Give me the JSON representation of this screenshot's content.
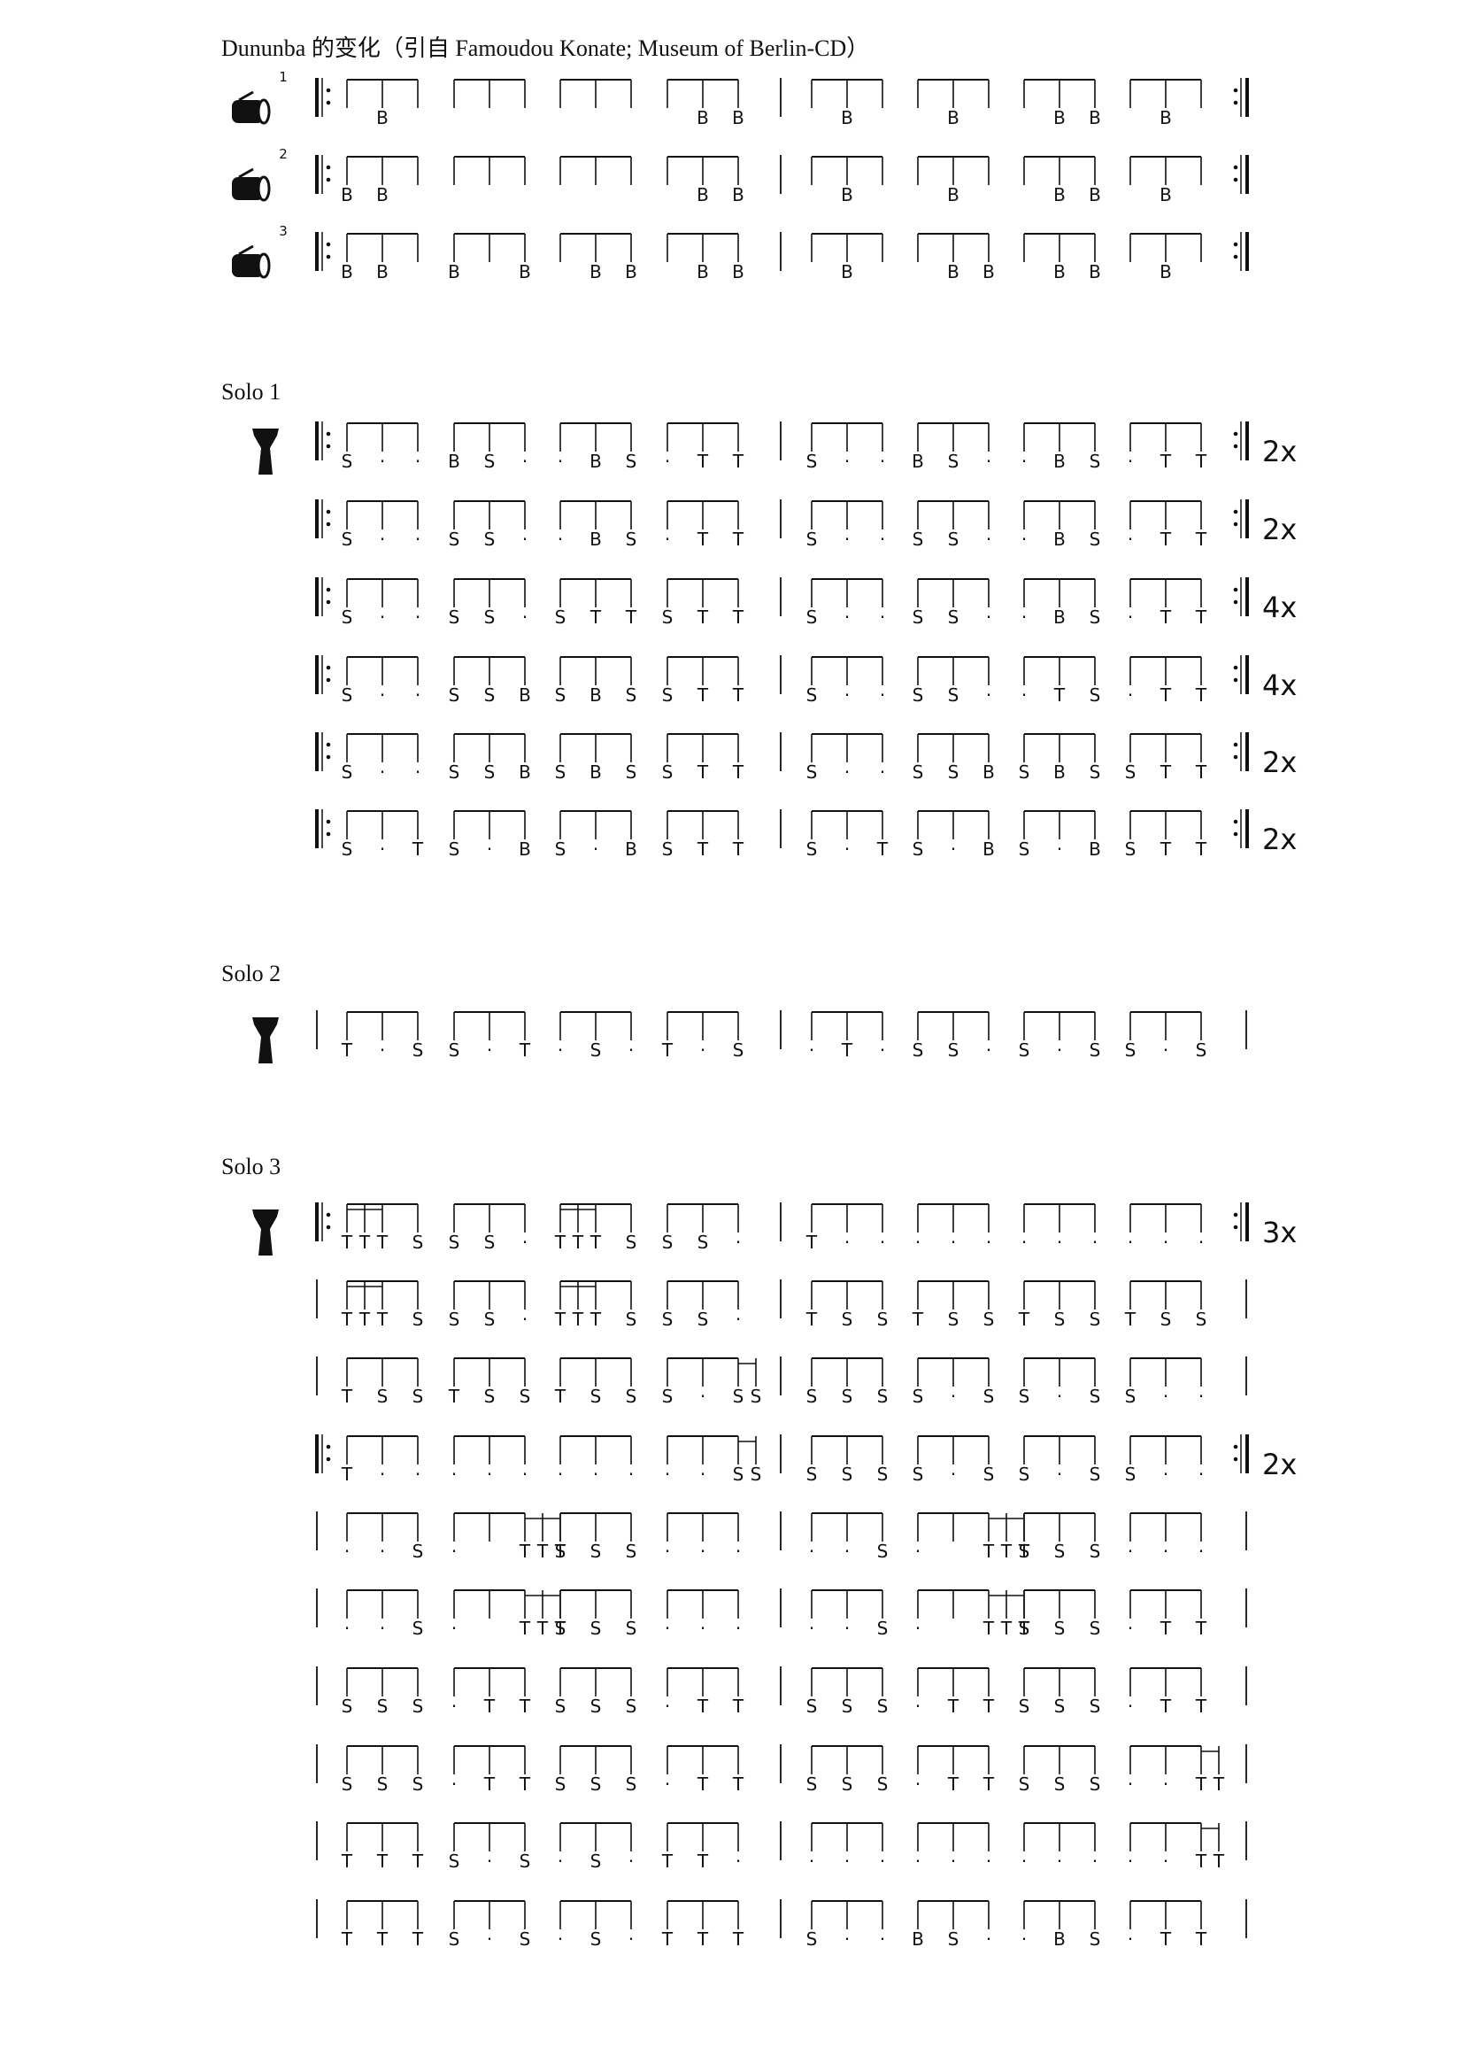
{
  "title": "Dununba  的变化（引自  Famoudou Konate; Museum of Berlin-CD）",
  "instruments": {
    "dununba_icon": "dununba-drum-icon",
    "djembe_icon": "djembe-drum-icon"
  },
  "sections": [
    {
      "label": "",
      "instrument": "dununba",
      "rows": [
        {
          "variant": "1",
          "start": "repeat",
          "end": "repeat",
          "count": "",
          "beats": [
            [
              " ",
              "B",
              " "
            ],
            [
              " ",
              " ",
              " "
            ],
            [
              " ",
              " ",
              " "
            ],
            [
              " ",
              "B",
              "B"
            ],
            [
              " ",
              "B",
              " "
            ],
            [
              " ",
              "B",
              " "
            ],
            [
              " ",
              "B",
              "B"
            ],
            [
              " ",
              "B",
              " "
            ]
          ]
        },
        {
          "variant": "2",
          "start": "repeat",
          "end": "repeat",
          "count": "",
          "beats": [
            [
              "B",
              "B",
              " "
            ],
            [
              " ",
              " ",
              " "
            ],
            [
              " ",
              " ",
              " "
            ],
            [
              " ",
              "B",
              "B"
            ],
            [
              " ",
              "B",
              " "
            ],
            [
              " ",
              "B",
              " "
            ],
            [
              " ",
              "B",
              "B"
            ],
            [
              " ",
              "B",
              " "
            ]
          ]
        },
        {
          "variant": "3",
          "start": "repeat",
          "end": "repeat",
          "count": "",
          "beats": [
            [
              "B",
              "B",
              " "
            ],
            [
              "B",
              " ",
              "B"
            ],
            [
              " ",
              "B",
              "B"
            ],
            [
              " ",
              "B",
              "B"
            ],
            [
              " ",
              "B",
              " "
            ],
            [
              " ",
              "B",
              "B"
            ],
            [
              " ",
              "B",
              "B"
            ],
            [
              " ",
              "B",
              " "
            ]
          ]
        }
      ]
    },
    {
      "label": "Solo 1",
      "instrument": "djembe",
      "rows": [
        {
          "variant": "",
          "start": "repeat",
          "end": "repeat",
          "count": "2x",
          "beats": [
            [
              "S",
              "·",
              "·"
            ],
            [
              "B",
              "S",
              "·"
            ],
            [
              "·",
              "B",
              "S"
            ],
            [
              "·",
              "T",
              "T"
            ],
            [
              "S",
              "·",
              "·"
            ],
            [
              "B",
              "S",
              "·"
            ],
            [
              "·",
              "B",
              "S"
            ],
            [
              "·",
              "T",
              "T"
            ]
          ]
        },
        {
          "variant": "",
          "start": "repeat",
          "end": "repeat",
          "count": "2x",
          "beats": [
            [
              "S",
              "·",
              "·"
            ],
            [
              "S",
              "S",
              "·"
            ],
            [
              "·",
              "B",
              "S"
            ],
            [
              "·",
              "T",
              "T"
            ],
            [
              "S",
              "·",
              "·"
            ],
            [
              "S",
              "S",
              "·"
            ],
            [
              "·",
              "B",
              "S"
            ],
            [
              "·",
              "T",
              "T"
            ]
          ]
        },
        {
          "variant": "",
          "start": "repeat",
          "end": "repeat",
          "count": "4x",
          "beats": [
            [
              "S",
              "·",
              "·"
            ],
            [
              "S",
              "S",
              "·"
            ],
            [
              "S",
              "T",
              "T"
            ],
            [
              "S",
              "T",
              "T"
            ],
            [
              "S",
              "·",
              "·"
            ],
            [
              "S",
              "S",
              "·"
            ],
            [
              "·",
              "B",
              "S"
            ],
            [
              "·",
              "T",
              "T"
            ]
          ]
        },
        {
          "variant": "",
          "start": "repeat",
          "end": "repeat",
          "count": "4x",
          "beats": [
            [
              "S",
              "·",
              "·"
            ],
            [
              "S",
              "S",
              "B"
            ],
            [
              "S",
              "B",
              "S"
            ],
            [
              "S",
              "T",
              "T"
            ],
            [
              "S",
              "·",
              "·"
            ],
            [
              "S",
              "S",
              "·"
            ],
            [
              "·",
              "T",
              "S"
            ],
            [
              "·",
              "T",
              "T"
            ]
          ]
        },
        {
          "variant": "",
          "start": "repeat",
          "end": "repeat",
          "count": "2x",
          "beats": [
            [
              "S",
              "·",
              "·"
            ],
            [
              "S",
              "S",
              "B"
            ],
            [
              "S",
              "B",
              "S"
            ],
            [
              "S",
              "T",
              "T"
            ],
            [
              "S",
              "·",
              "·"
            ],
            [
              "S",
              "S",
              "B"
            ],
            [
              "S",
              "B",
              "S"
            ],
            [
              "S",
              "T",
              "T"
            ]
          ]
        },
        {
          "variant": "",
          "start": "repeat",
          "end": "repeat",
          "count": "2x",
          "beats": [
            [
              "S",
              "·",
              "T"
            ],
            [
              "S",
              "·",
              "B"
            ],
            [
              "S",
              "·",
              "B"
            ],
            [
              "S",
              "T",
              "T"
            ],
            [
              "S",
              "·",
              "T"
            ],
            [
              "S",
              "·",
              "B"
            ],
            [
              "S",
              "·",
              "B"
            ],
            [
              "S",
              "T",
              "T"
            ]
          ]
        }
      ]
    },
    {
      "label": "Solo 2",
      "instrument": "djembe",
      "rows": [
        {
          "variant": "",
          "start": "bar",
          "end": "bar",
          "count": "",
          "beats": [
            [
              "T",
              "·",
              "S"
            ],
            [
              "S",
              "·",
              "T"
            ],
            [
              "·",
              "S",
              "·"
            ],
            [
              "T",
              "·",
              "S"
            ],
            [
              "·",
              "T",
              "·"
            ],
            [
              "S",
              "S",
              "·"
            ],
            [
              "S",
              "·",
              "S"
            ],
            [
              "S",
              "·",
              "S"
            ]
          ]
        }
      ]
    },
    {
      "label": "Solo 3",
      "instrument": "djembe",
      "rows": [
        {
          "variant": "",
          "start": "repeat",
          "end": "repeat",
          "count": "3x",
          "beats": [
            [
              "TTT",
              "S"
            ],
            [
              "S",
              "S",
              "·"
            ],
            [
              "TTT",
              "S"
            ],
            [
              "S",
              "S",
              "·"
            ],
            [
              "T",
              "·",
              "·"
            ],
            [
              "·",
              "·",
              "·"
            ],
            [
              "·",
              "·",
              "·"
            ],
            [
              "·",
              "·",
              "·"
            ]
          ]
        },
        {
          "variant": "",
          "start": "bar",
          "end": "bar",
          "count": "",
          "beats": [
            [
              "TTT",
              "S"
            ],
            [
              "S",
              "S",
              "·"
            ],
            [
              "TTT",
              "S"
            ],
            [
              "S",
              "S",
              "·"
            ],
            [
              "T",
              "S",
              "S"
            ],
            [
              "T",
              "S",
              "S"
            ],
            [
              "T",
              "S",
              "S"
            ],
            [
              "T",
              "S",
              "S"
            ]
          ]
        },
        {
          "variant": "",
          "start": "bar",
          "end": "bar",
          "count": "",
          "beats": [
            [
              "T",
              "S",
              "S"
            ],
            [
              "T",
              "S",
              "S"
            ],
            [
              "T",
              "S",
              "S"
            ],
            [
              "S",
              "·",
              "SS"
            ],
            [
              "S",
              "S",
              "S"
            ],
            [
              "S",
              "·",
              "S"
            ],
            [
              "S",
              "·",
              "S"
            ],
            [
              "S",
              "·",
              "·"
            ]
          ]
        },
        {
          "variant": "",
          "start": "repeat",
          "end": "repeat",
          "count": "2x",
          "beats": [
            [
              "T",
              "·",
              "·"
            ],
            [
              "·",
              "·",
              "·"
            ],
            [
              "·",
              "·",
              "·"
            ],
            [
              "·",
              "·",
              "SS"
            ],
            [
              "S",
              "S",
              "S"
            ],
            [
              "S",
              "·",
              "S"
            ],
            [
              "S",
              "·",
              "S"
            ],
            [
              "S",
              "·",
              "·"
            ]
          ]
        },
        {
          "variant": "",
          "start": "bar",
          "end": "bar",
          "count": "",
          "beats": [
            [
              "·",
              "·",
              "S"
            ],
            [
              "·",
              "TTT"
            ],
            [
              "S",
              "S",
              "S"
            ],
            [
              "·",
              "·",
              "·"
            ],
            [
              "·",
              "·",
              "S"
            ],
            [
              "·",
              "TTT"
            ],
            [
              "S",
              "S",
              "S"
            ],
            [
              "·",
              "·",
              "·"
            ]
          ]
        },
        {
          "variant": "",
          "start": "bar",
          "end": "bar",
          "count": "",
          "beats": [
            [
              "·",
              "·",
              "S"
            ],
            [
              "·",
              "TTT"
            ],
            [
              "S",
              "S",
              "S"
            ],
            [
              "·",
              "·",
              "·"
            ],
            [
              "·",
              "·",
              "S"
            ],
            [
              "·",
              "TTT"
            ],
            [
              "S",
              "S",
              "S"
            ],
            [
              "·",
              "T",
              "T"
            ]
          ]
        },
        {
          "variant": "",
          "start": "bar",
          "end": "bar",
          "count": "",
          "beats": [
            [
              "S",
              "S",
              "S"
            ],
            [
              "·",
              "T",
              "T"
            ],
            [
              "S",
              "S",
              "S"
            ],
            [
              "·",
              "T",
              "T"
            ],
            [
              "S",
              "S",
              "S"
            ],
            [
              "·",
              "T",
              "T"
            ],
            [
              "S",
              "S",
              "S"
            ],
            [
              "·",
              "T",
              "T"
            ]
          ]
        },
        {
          "variant": "",
          "start": "bar",
          "end": "bar",
          "count": "",
          "beats": [
            [
              "S",
              "S",
              "S"
            ],
            [
              "·",
              "T",
              "T"
            ],
            [
              "S",
              "S",
              "S"
            ],
            [
              "·",
              "T",
              "T"
            ],
            [
              "S",
              "S",
              "S"
            ],
            [
              "·",
              "T",
              "T"
            ],
            [
              "S",
              "S",
              "S"
            ],
            [
              "·",
              "·",
              "TT"
            ]
          ]
        },
        {
          "variant": "",
          "start": "bar",
          "end": "bar",
          "count": "",
          "beats": [
            [
              "T",
              "T",
              "T"
            ],
            [
              "S",
              "·",
              "S"
            ],
            [
              "·",
              "S",
              "·"
            ],
            [
              "T",
              "T",
              "·"
            ],
            [
              "·",
              "·",
              "·"
            ],
            [
              "·",
              "·",
              "·"
            ],
            [
              "·",
              "·",
              "·"
            ],
            [
              "·",
              "·",
              "TT"
            ]
          ]
        },
        {
          "variant": "",
          "start": "bar",
          "end": "bar",
          "count": "",
          "beats": [
            [
              "T",
              "T",
              "T"
            ],
            [
              "S",
              "·",
              "S"
            ],
            [
              "·",
              "S",
              "·"
            ],
            [
              "T",
              "T",
              "T"
            ],
            [
              "S",
              "·",
              "·"
            ],
            [
              "B",
              "S",
              "·"
            ],
            [
              "·",
              "B",
              "S"
            ],
            [
              "·",
              "T",
              "T"
            ]
          ]
        }
      ]
    }
  ]
}
